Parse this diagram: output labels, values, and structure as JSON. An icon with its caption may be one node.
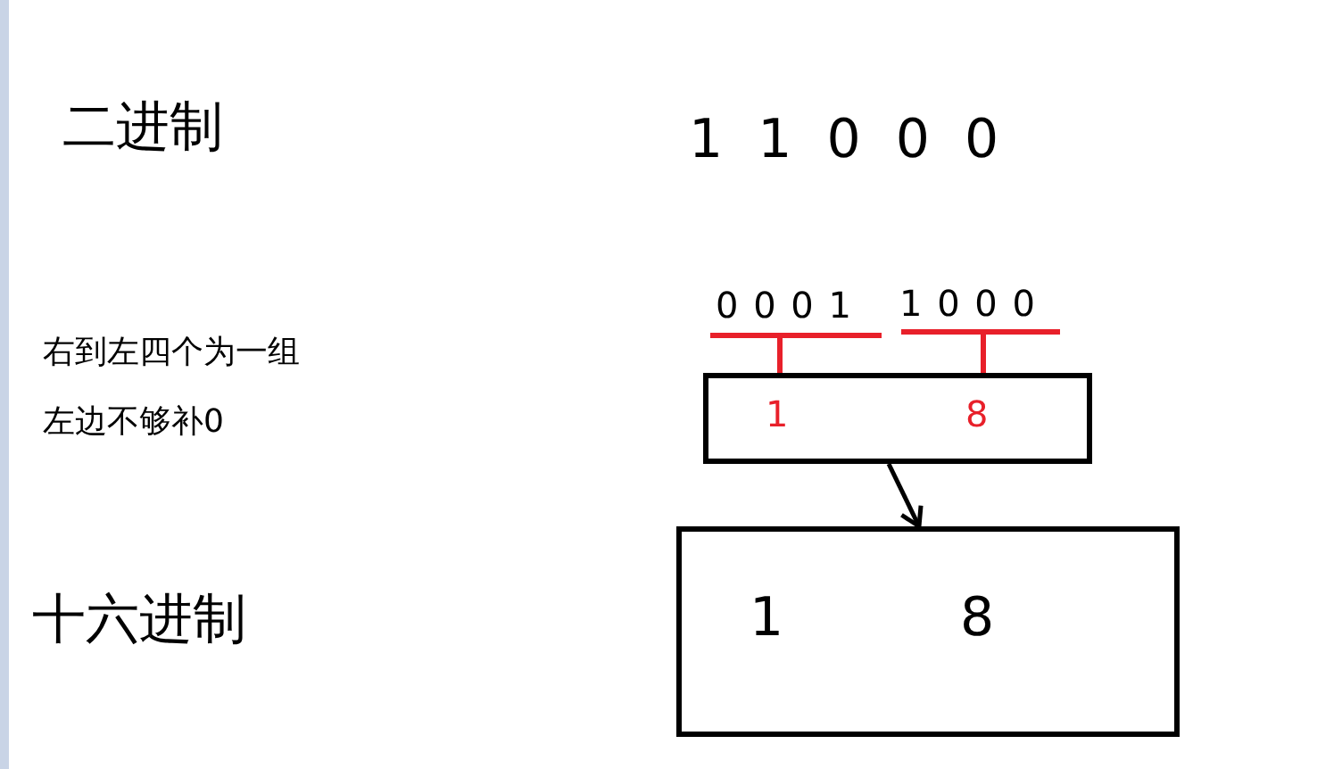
{
  "diagram": {
    "nodes": [
      {
        "text": [
          "1",
          "8"
        ]
      },
      {
        "text": [
          "1",
          "8"
        ]
      }
    ],
    "edges": [
      {
        "from": 0,
        "to": 1,
        "arrow": "to"
      }
    ],
    "labels": [
      "二进制",
      "1 1 0 0 0",
      "0 0 0 1",
      "1 0 0 0",
      "右到左四个为一组",
      "左边不够补0",
      "十六进制"
    ]
  }
}
